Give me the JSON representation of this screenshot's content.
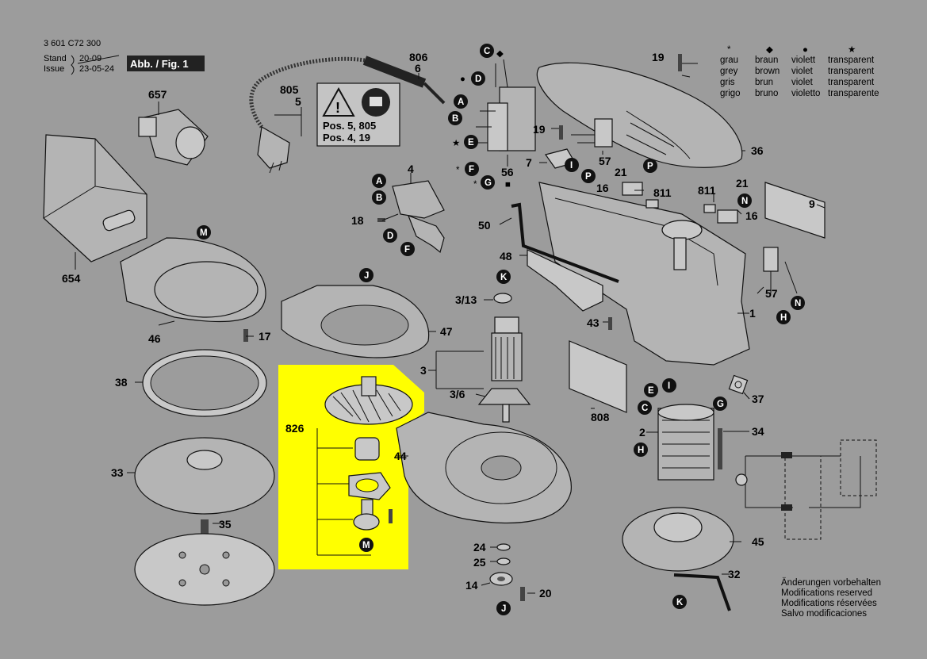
{
  "header": {
    "doc_number": "3 601 C72 300",
    "stand_label": "Stand",
    "issue_label": "Issue",
    "stand_date_old": "20-09",
    "stand_date": "23-05-24",
    "fig_label": "Abb. / Fig. 1"
  },
  "color_legend": {
    "symbols": [
      "*",
      "◆",
      "●",
      "★"
    ],
    "rows": [
      [
        "grau",
        "braun",
        "violett",
        "transparent"
      ],
      [
        "grey",
        "brown",
        "violet",
        "transparent"
      ],
      [
        "gris",
        "brun",
        "violet",
        "transparent"
      ],
      [
        "grigo",
        "bruno",
        "violetto",
        "transparente"
      ]
    ]
  },
  "warning_box": {
    "line1": "Pos. 5, 805",
    "line2": "Pos. 4, 19"
  },
  "footer_note": [
    "Änderungen vorbehalten",
    "Modifications reserved",
    "Modifications réservées",
    "Salvo modificaciones"
  ],
  "highlight_color": "#ffff00",
  "part_numbers": {
    "p806": "806",
    "p6": "6",
    "p805": "805",
    "p5": "5",
    "p657": "657",
    "p654": "654",
    "p4": "4",
    "p18": "18",
    "p56": "56",
    "p19a": "19",
    "p7": "7",
    "p57a": "57",
    "p21a": "21",
    "p16a": "16",
    "p811a": "811",
    "p811b": "811",
    "p21b": "21",
    "p16b": "16",
    "p9": "9",
    "p19top": "19",
    "p36": "36",
    "p50": "50",
    "p48": "48",
    "p57b": "57",
    "p1": "1",
    "p43": "43",
    "p46": "46",
    "p17": "17",
    "p47": "47",
    "p38": "38",
    "p3_13": "3/13",
    "p3": "3",
    "p3_6": "3/6",
    "p808": "808",
    "p37": "37",
    "p826": "826",
    "p44": "44",
    "p2": "2",
    "p34": "34",
    "p33": "33",
    "p35": "35",
    "p45": "45",
    "p24": "24",
    "p25": "25",
    "p14": "14",
    "p20": "20",
    "p32": "32"
  },
  "letter_markers": {
    "C1": "C",
    "D1": "D",
    "A1": "A",
    "B1": "B",
    "E1": "E",
    "F1": "F",
    "G1": "G",
    "A2": "A",
    "B2": "B",
    "D2": "D",
    "F2": "F",
    "I1": "I",
    "P1": "P",
    "P2": "P",
    "N1": "N",
    "M1": "M",
    "J1": "J",
    "K1": "K",
    "H1": "H",
    "N2": "N",
    "E2": "E",
    "I2": "I",
    "C2": "C",
    "G2": "G",
    "H2": "H",
    "M2": "M",
    "J2": "J",
    "K2": "K"
  },
  "callout_symbols": {
    "s_c": "◆",
    "s_d": "●",
    "s_e": "★",
    "s_f": "*",
    "s_g": "*",
    "s_56": "■"
  }
}
